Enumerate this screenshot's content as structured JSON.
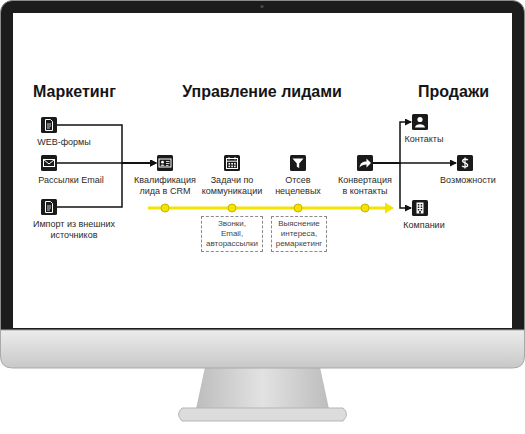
{
  "diagram": {
    "nodes": [
      {
        "text": [
          "WEB-формы"
        ]
      },
      {
        "text": [
          "Рассылки Email"
        ]
      },
      {
        "text": [
          "Импорт из внешних источников"
        ]
      },
      {
        "text": [
          "Квалификация лида в CRM"
        ]
      },
      {
        "text": [
          "Задачи по коммуникации"
        ]
      },
      {
        "text": [
          "Отсев нецелевых"
        ]
      },
      {
        "text": [
          "Конвертация в контакты"
        ]
      },
      {
        "text": [
          "Звонки, Email, авторассылки"
        ]
      },
      {
        "text": [
          "Выяснение интереса, ремаркетинг"
        ]
      },
      {
        "text": [
          "Контакты"
        ]
      },
      {
        "text": [
          "Возможности"
        ]
      },
      {
        "text": [
          "Компании"
        ]
      }
    ],
    "edges": [
      {
        "from": 0,
        "to": 3,
        "arrow": "to"
      },
      {
        "from": 1,
        "to": 3,
        "arrow": "to"
      },
      {
        "from": 2,
        "to": 3,
        "arrow": "to"
      },
      {
        "from": 6,
        "to": 9,
        "arrow": "to"
      },
      {
        "from": 6,
        "to": 10,
        "arrow": "to"
      },
      {
        "from": 6,
        "to": 11,
        "arrow": "to"
      }
    ],
    "labels": [
      "Маркетинг",
      "Управление лидами",
      "Продажи"
    ]
  }
}
